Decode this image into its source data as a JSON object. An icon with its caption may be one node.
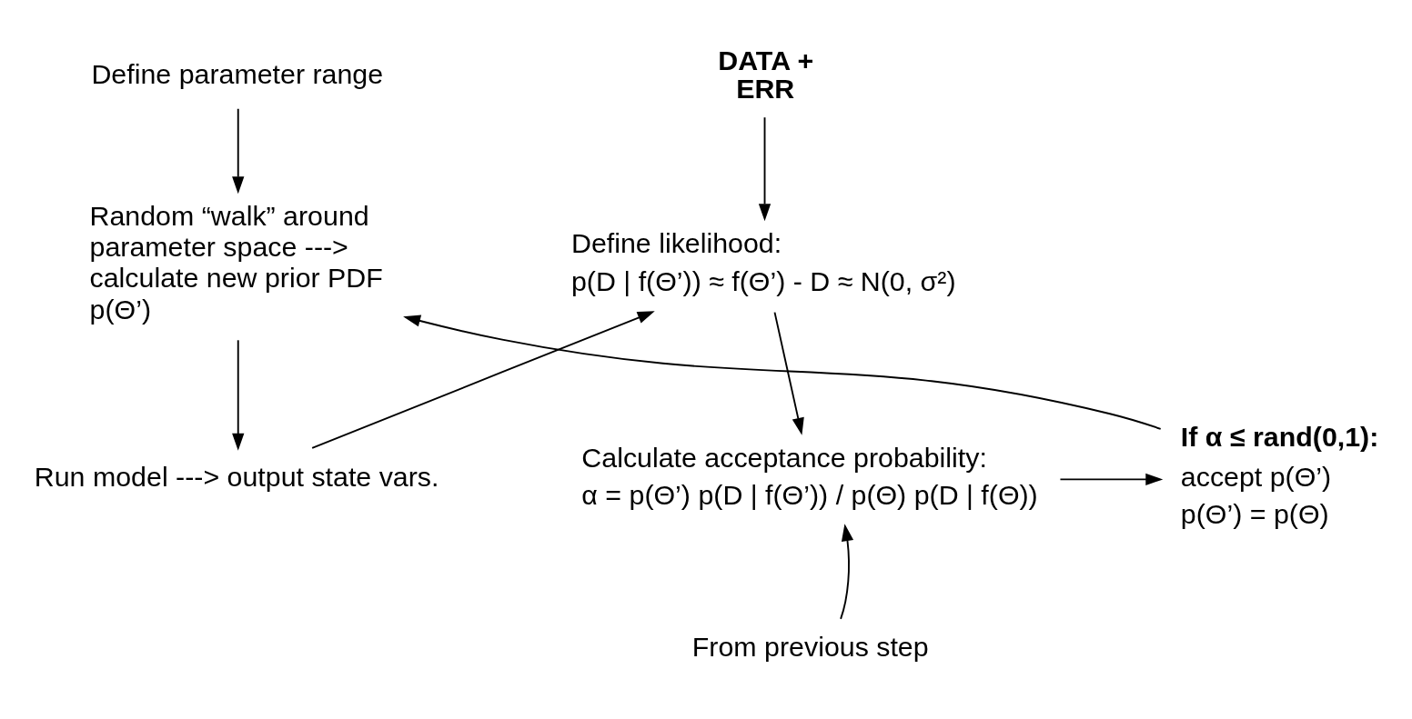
{
  "diagram": {
    "nodes": [
      {
        "text": [
          "Define parameter range"
        ]
      },
      {
        "text": [
          "Random “walk” around parameter space ---> calculate new prior PDF p(Θ’)"
        ]
      },
      {
        "text": [
          "Run model ---> output state vars."
        ]
      },
      {
        "text": [
          "DATA + ERR"
        ]
      },
      {
        "text": [
          "Define likelihood:",
          "p(D | f(Θ’)) ≈ f(Θ’) - D ≈ N(0, σ²)"
        ]
      },
      {
        "text": [
          "Calculate acceptance probability:",
          "α = p(Θ’) p(D | f(Θ’)) / p(Θ) p(D | f(Θ))"
        ]
      },
      {
        "text": [
          "If α ≤ rand(0,1):",
          "accept p(Θ’)",
          "p(Θ’) = p(Θ)"
        ]
      },
      {
        "text": [
          "From previous step"
        ]
      }
    ],
    "edges": [
      {
        "from": 0,
        "to": 1,
        "arrow": "to"
      },
      {
        "from": 1,
        "to": 2,
        "arrow": "to"
      },
      {
        "from": 2,
        "to": 4,
        "arrow": "to"
      },
      {
        "from": 3,
        "to": 4,
        "arrow": "to"
      },
      {
        "from": 4,
        "to": 5,
        "arrow": "to"
      },
      {
        "from": 5,
        "to": 6,
        "arrow": "to"
      },
      {
        "from": 6,
        "to": 1,
        "arrow": "to"
      },
      {
        "from": 7,
        "to": 5,
        "arrow": "to"
      }
    ]
  }
}
